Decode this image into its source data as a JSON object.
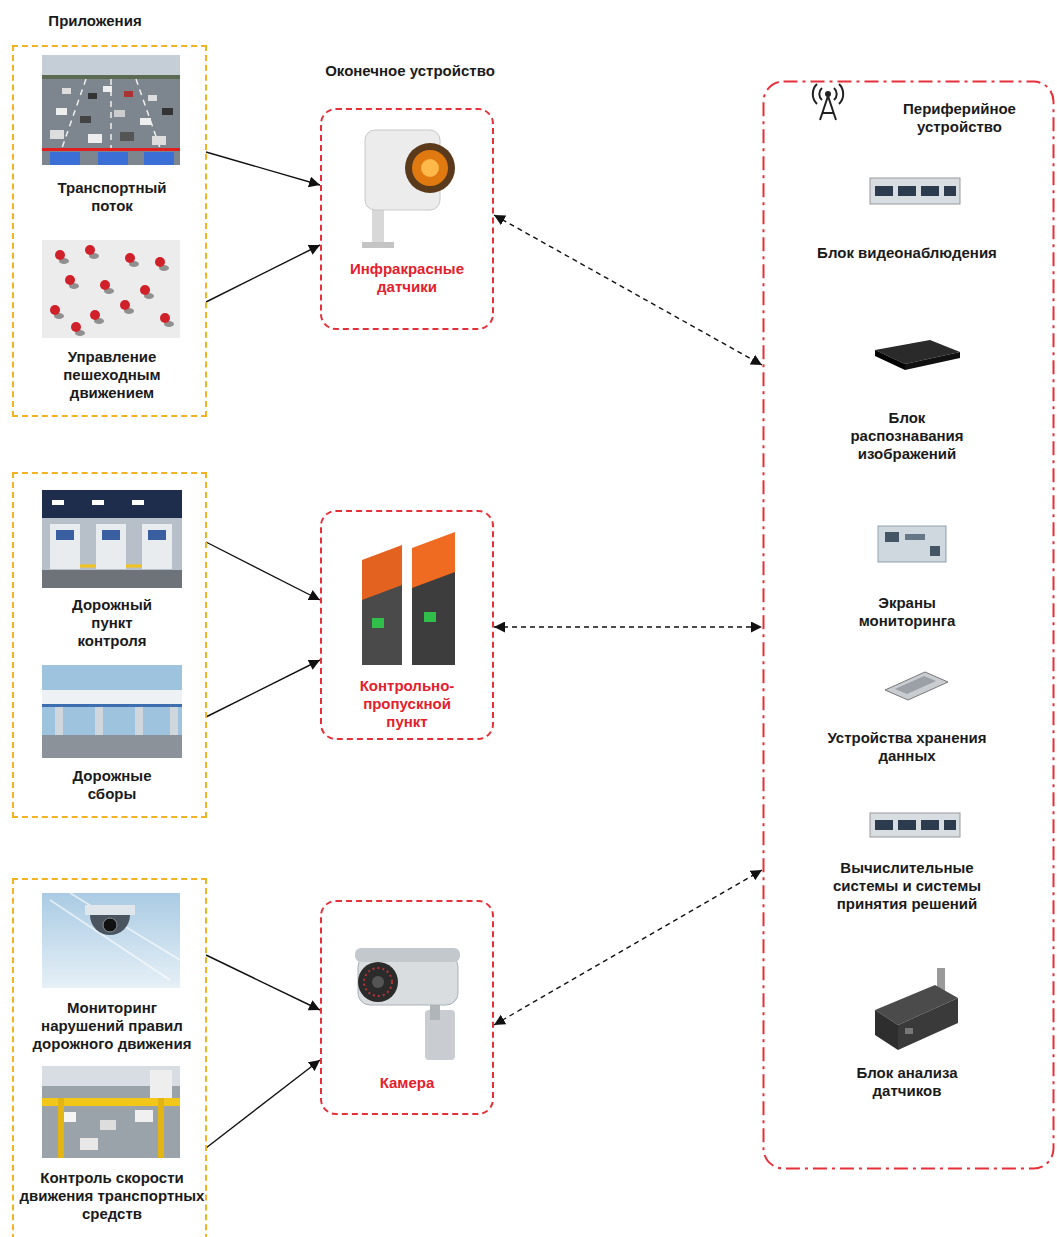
{
  "diagram": {
    "nodes": [
      {
        "text": []
      },
      {
        "text": [
          "Транспортный поток"
        ],
        "in": 0
      },
      {
        "text": [
          "Управление пешеходным движением"
        ],
        "in": 0
      },
      {
        "text": [
          "Инфракрасные датчики"
        ]
      },
      {
        "text": [
          "Периферийное устройство"
        ]
      },
      {
        "text": [
          "Блок видеонаблюдения"
        ],
        "in": 4
      },
      {
        "text": [
          "Блок распознавания изображений"
        ],
        "in": 4
      },
      {
        "text": [
          "Экраны мониторинга"
        ],
        "in": 4
      },
      {
        "text": [
          "Устройства хранения данных"
        ],
        "in": 4
      },
      {
        "text": [
          "Вычислительные системы и системы принятия решений"
        ],
        "in": 4
      },
      {
        "text": [
          "Блок анализа датчиков"
        ],
        "in": 4
      },
      {
        "text": []
      },
      {
        "text": [
          "Дорожный пункт контроля"
        ],
        "in": 11
      },
      {
        "text": [
          "Дорожные сборы"
        ],
        "in": 11
      },
      {
        "text": [
          "Контрольно-пропускной пункт"
        ]
      },
      {
        "text": []
      },
      {
        "text": [
          "Мониторинг нарушений правил дорожного движения"
        ],
        "in": 15
      },
      {
        "text": [
          "Контроль скорости движения транспортных средств"
        ],
        "in": 15
      },
      {
        "text": [
          "Камера"
        ]
      }
    ],
    "edges": [
      {
        "from": 1,
        "to": 3,
        "arrow": "to"
      },
      {
        "from": 2,
        "to": 3,
        "arrow": "to"
      },
      {
        "from": 3,
        "to": 4,
        "arrow": "both"
      },
      {
        "from": 12,
        "to": 14,
        "arrow": "to"
      },
      {
        "from": 13,
        "to": 14,
        "arrow": "to"
      },
      {
        "from": 14,
        "to": 4,
        "arrow": "both"
      },
      {
        "from": 16,
        "to": 18,
        "arrow": "to"
      },
      {
        "from": 17,
        "to": 18,
        "arrow": "to"
      },
      {
        "from": 18,
        "to": 4,
        "arrow": "both"
      }
    ],
    "labels": [
      "Приложения",
      "Оконечное устройство"
    ]
  }
}
